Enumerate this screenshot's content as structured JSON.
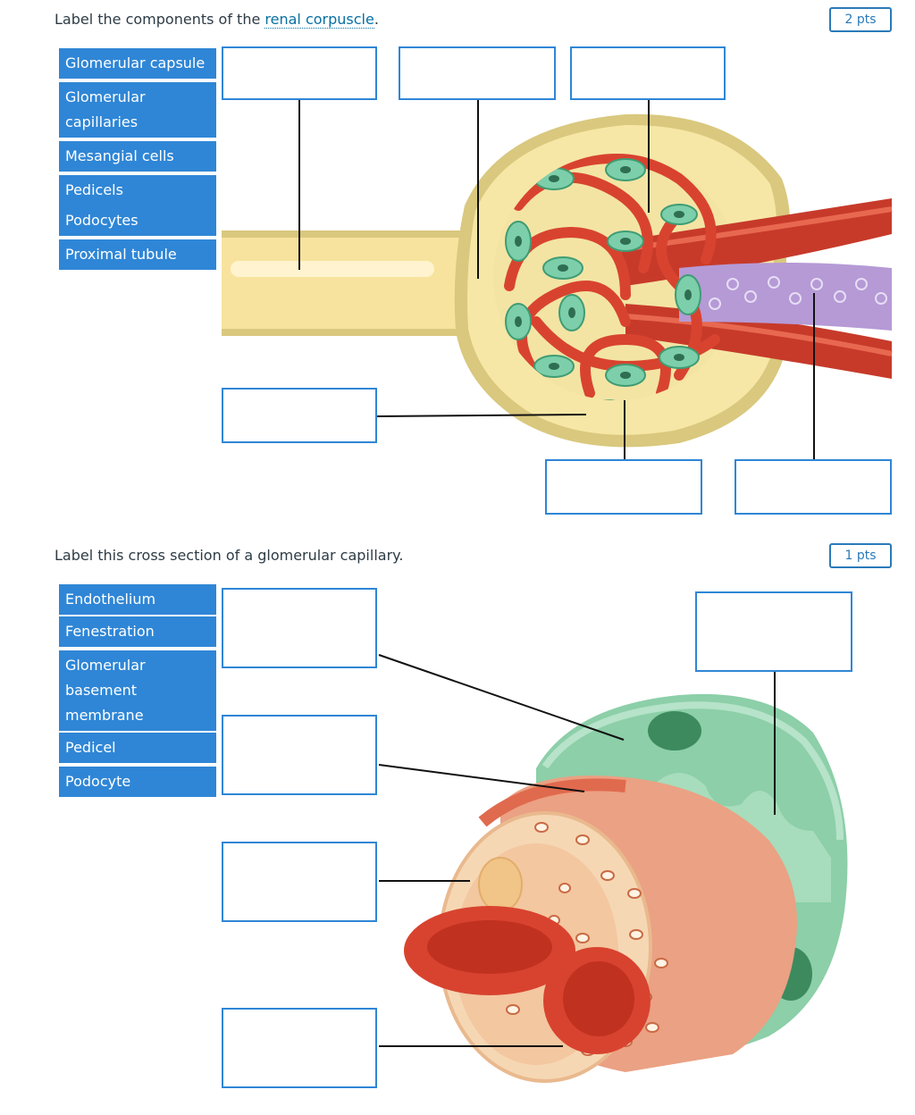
{
  "q1": {
    "prompt_before": "Label the components of the ",
    "prompt_link": "renal corpuscle",
    "prompt_after": ".",
    "points": "2 pts",
    "labels": [
      "Glomerular capsule",
      "Glomerular capillaries",
      "Mesangial cells",
      "Pedicels",
      "Podocytes",
      "Proximal tubule"
    ]
  },
  "q2": {
    "prompt": "Label this cross section of a glomerular capillary.",
    "points": "1 pts",
    "labels": [
      "Endothelium",
      "Fenestration",
      "Glomerular basement membrane",
      "Pedicel",
      "Podocyte"
    ]
  },
  "colors": {
    "chip": "#2f86d6",
    "accent": "#2a7ab9",
    "capillary_red": "#d8432f",
    "podocyte_green": "#7ccfaa",
    "tubule_yellow": "#f7e39d",
    "mesangial_purple": "#b59ad6"
  }
}
